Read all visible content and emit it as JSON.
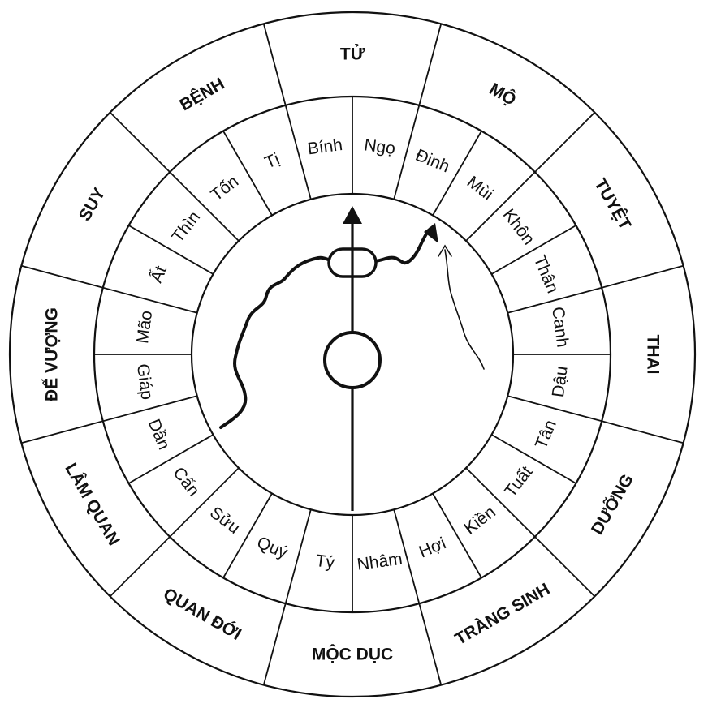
{
  "diagram": {
    "outer_ring": [
      "TỬ",
      "MỘ",
      "TUYỆT",
      "THAI",
      "DƯỠNG",
      "TRÀNG SINH",
      "MỘC DỤC",
      "QUAN ĐỚI",
      "LÂM QUAN",
      "ĐẾ VƯỢNG",
      "SUY",
      "BỆNH"
    ],
    "inner_ring": [
      "Ngọ",
      "Đinh",
      "Mùi",
      "Khôn",
      "Thân",
      "Canh",
      "Dậu",
      "Tân",
      "Tuất",
      "Kiền",
      "Hợi",
      "Nhâm",
      "Tý",
      "Quý",
      "Sửu",
      "Cấn",
      "Dần",
      "Giáp",
      "Mão",
      "Ất",
      "Thìn",
      "Tốn",
      "Tị",
      "Bính"
    ]
  }
}
